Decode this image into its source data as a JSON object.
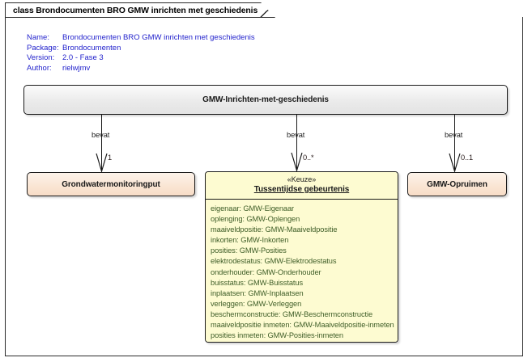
{
  "frame": {
    "title": "class Brondocumenten BRO GMW inrichten met geschiedenis"
  },
  "meta": {
    "rows": [
      {
        "key": "Name:",
        "value": "Brondocumenten BRO GMW inrichten met geschiedenis"
      },
      {
        "key": "Package:",
        "value": "Brondocumenten"
      },
      {
        "key": "Version:",
        "value": "2.0 - Fase 3"
      },
      {
        "key": "Author:",
        "value": "rielwjmv"
      }
    ]
  },
  "diagram": {
    "root_class": {
      "name": "GMW-Inrichten-met-geschiedenis"
    },
    "classes": [
      {
        "id": "grondwatermonitoringput",
        "name": "Grondwatermonitoringput"
      },
      {
        "id": "gmw-opruimen",
        "name": "GMW-Opruimen"
      }
    ],
    "choice_class": {
      "stereotype": "«Keuze»",
      "name": "Tussentijdse gebeurtenis",
      "attributes": [
        "eigenaar: GMW-Eigenaar",
        "oplenging: GMW-Oplengen",
        "maaiveldpositie: GMW-Maaiveldpositie",
        "inkorten: GMW-Inkorten",
        "posities: GMW-Posities",
        "elektrodestatus: GMW-Elektrodestatus",
        "onderhouder: GMW-Onderhouder",
        "buisstatus: GMW-Buisstatus",
        "inplaatsen: GMW-Inplaatsen",
        "verleggen: GMW-Verleggen",
        "beschermconstructie: GMW-Beschermconstructie",
        "maaiveldpositie inmeten: GMW-Maaiveldpositie-inmeten",
        "posities inmeten: GMW-Posities-inmeten"
      ]
    },
    "connectors": [
      {
        "id": "conn-left",
        "label": "bevat",
        "multiplicity": "1"
      },
      {
        "id": "conn-center",
        "label": "bevat",
        "multiplicity": "0..*"
      },
      {
        "id": "conn-right",
        "label": "bevat",
        "multiplicity": "0..1"
      }
    ]
  },
  "colors": {
    "frame_border": "#2b2b2b",
    "meta_text": "#2222cc",
    "class_border": "#1a1a1a",
    "peach_fill": "#fae5d3",
    "choice_fill": "#fdfbd1",
    "attribute_text": "#3f5e28",
    "root_fill": "#ebebeb"
  }
}
